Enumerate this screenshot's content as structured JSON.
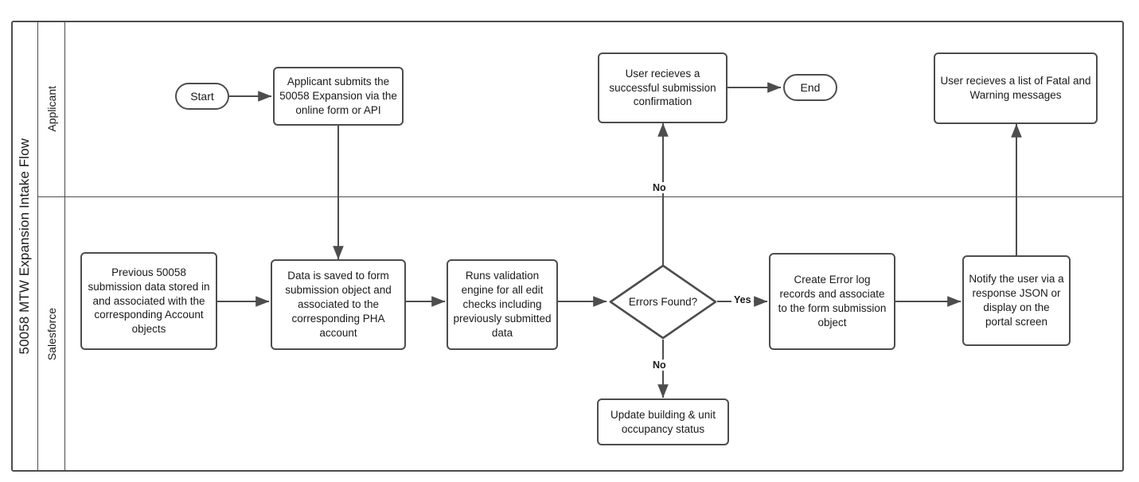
{
  "diagram": {
    "type": "swimlane-flowchart",
    "pool_label": "50058 MTW Expansion Intake Flow",
    "lanes": [
      {
        "id": "applicant",
        "label": "Applicant"
      },
      {
        "id": "salesforce",
        "label": "Salesforce"
      }
    ],
    "colors": {
      "stroke": "#4d4d4d",
      "text": "#1a1a1a",
      "fill": "#ffffff",
      "background": "#ffffff"
    },
    "nodes": [
      {
        "id": "start",
        "lane": "applicant",
        "shape": "pill",
        "label": "Start"
      },
      {
        "id": "submit",
        "lane": "applicant",
        "shape": "rounded-rect",
        "label": "Applicant submits the 50058 Expansion via the online form or API"
      },
      {
        "id": "confirmation",
        "lane": "applicant",
        "shape": "rounded-rect",
        "label": "User recieves a successful submission confirmation"
      },
      {
        "id": "end",
        "lane": "applicant",
        "shape": "pill",
        "label": "End"
      },
      {
        "id": "fatal-warning",
        "lane": "applicant",
        "shape": "rounded-rect",
        "label": "User recieves a list of Fatal and Warning messages"
      },
      {
        "id": "previous-data",
        "lane": "salesforce",
        "shape": "rounded-rect",
        "label": "Previous 50058 submission data stored in and associated with the corresponding Account objects"
      },
      {
        "id": "save-data",
        "lane": "salesforce",
        "shape": "rounded-rect",
        "label": "Data is saved to form submission object and associated to the corresponding PHA account"
      },
      {
        "id": "validation",
        "lane": "salesforce",
        "shape": "rounded-rect",
        "label": "Runs validation engine for all edit checks including previously submitted data"
      },
      {
        "id": "errors-found",
        "lane": "salesforce",
        "shape": "diamond",
        "label": "Errors Found?"
      },
      {
        "id": "error-log",
        "lane": "salesforce",
        "shape": "rounded-rect",
        "label": "Create Error log records and associate to the form submission object"
      },
      {
        "id": "notify-user",
        "lane": "salesforce",
        "shape": "rounded-rect",
        "label": "Notify the user via a response JSON or display on the portal screen"
      },
      {
        "id": "occupancy",
        "lane": "salesforce",
        "shape": "rounded-rect",
        "label": "Update building & unit occupancy status"
      }
    ],
    "edge_labels": {
      "yes": "Yes",
      "no_up": "No",
      "no_down": "No"
    },
    "edges": [
      {
        "from": "start",
        "to": "submit",
        "label": ""
      },
      {
        "from": "submit",
        "to": "save-data",
        "label": ""
      },
      {
        "from": "previous-data",
        "to": "save-data",
        "label": ""
      },
      {
        "from": "save-data",
        "to": "validation",
        "label": ""
      },
      {
        "from": "validation",
        "to": "errors-found",
        "label": ""
      },
      {
        "from": "errors-found",
        "to": "error-log",
        "label": "Yes"
      },
      {
        "from": "errors-found",
        "to": "confirmation",
        "label": "No"
      },
      {
        "from": "errors-found",
        "to": "occupancy",
        "label": "No"
      },
      {
        "from": "confirmation",
        "to": "end",
        "label": ""
      },
      {
        "from": "error-log",
        "to": "notify-user",
        "label": ""
      },
      {
        "from": "notify-user",
        "to": "fatal-warning",
        "label": ""
      }
    ]
  }
}
